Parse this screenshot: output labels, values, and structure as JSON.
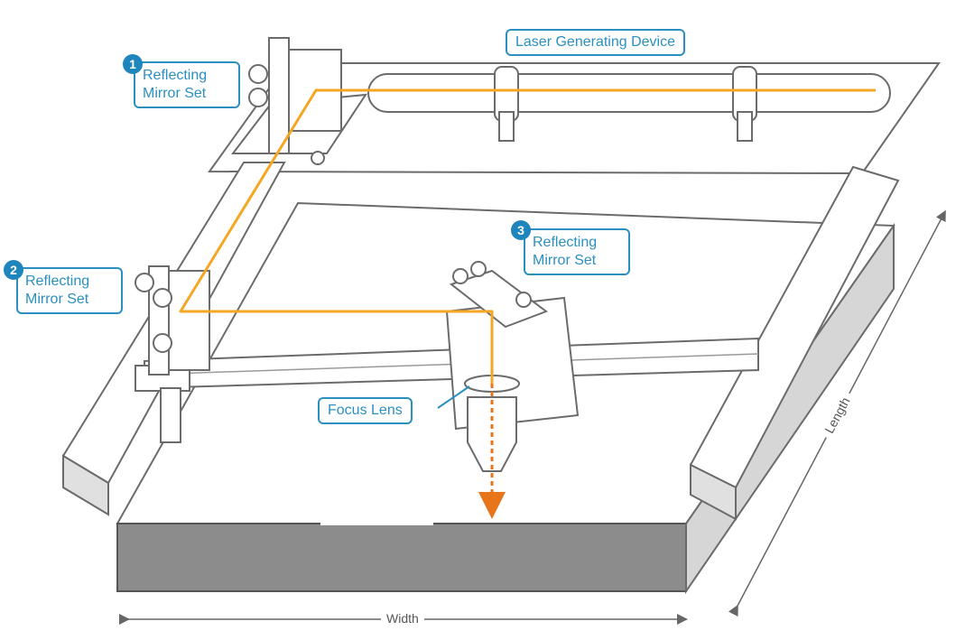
{
  "labels": {
    "laser": "Laser Generating Device",
    "mirror1": {
      "number": "1",
      "line1": "Reflecting",
      "line2": "Mirror Set"
    },
    "mirror2": {
      "number": "2",
      "line1": "Reflecting",
      "line2": "Mirror Set"
    },
    "mirror3": {
      "number": "3",
      "line1": "Reflecting",
      "line2": "Mirror Set"
    },
    "focus": "Focus Lens"
  },
  "dimensions": {
    "width": "Width",
    "length": "Length"
  },
  "colors": {
    "beam": "#f5a623",
    "beam_output": "#e8751a",
    "label_border": "#2b8fbf",
    "badge": "#1f86bd",
    "outline": "#6b6b6b",
    "bed_front": "#8c8c8c"
  }
}
